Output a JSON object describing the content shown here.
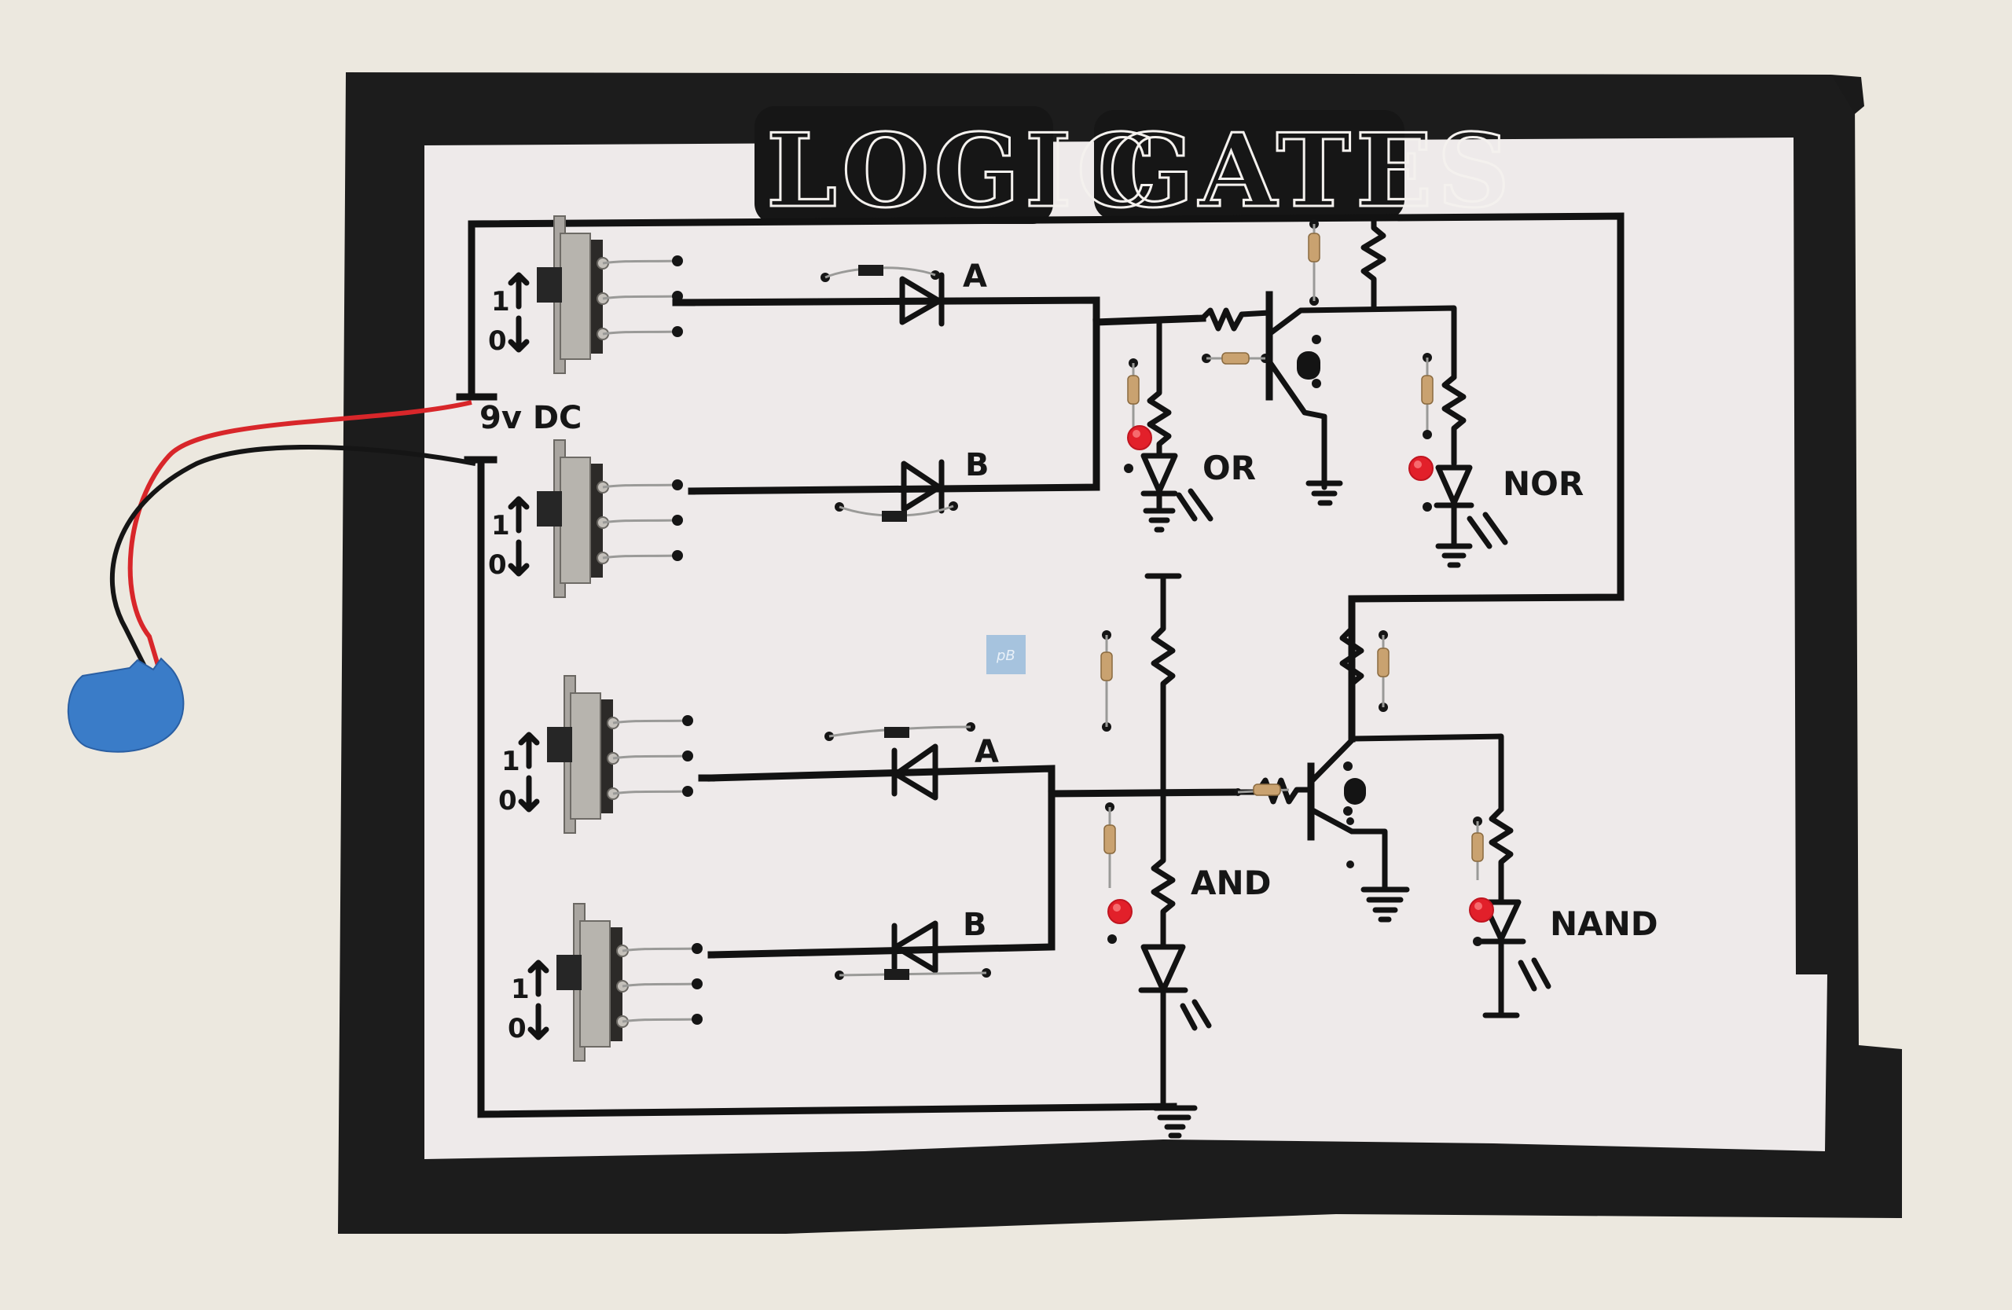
{
  "photo": {
    "subject": "Handmade logic gates circuit board",
    "title_banner": {
      "word1": "LOGIC",
      "word2": "GATES"
    },
    "power_label": "9v DC",
    "switches": [
      {
        "id": "sw-or-a",
        "on_label": "1",
        "off_label": "0"
      },
      {
        "id": "sw-or-b",
        "on_label": "1",
        "off_label": "0"
      },
      {
        "id": "sw-and-a",
        "on_label": "1",
        "off_label": "0"
      },
      {
        "id": "sw-and-b",
        "on_label": "1",
        "off_label": "0"
      }
    ],
    "diode_labels": {
      "or_a": "A",
      "or_b": "B",
      "and_a": "A",
      "and_b": "B"
    },
    "gate_labels": {
      "or": "OR",
      "nor": "NOR",
      "and": "AND",
      "nand": "NAND"
    },
    "watermark": "pB",
    "colors": {
      "wall": "#ece8df",
      "frame": "#1b1b1b",
      "paper": "#eeeaea",
      "ink": "#121212",
      "led_red": "#e2202a",
      "battery_clip": "#3a7cc8",
      "wire_red": "#d8262a",
      "wire_black": "#151515",
      "watermark": "#9dbfdd"
    }
  }
}
